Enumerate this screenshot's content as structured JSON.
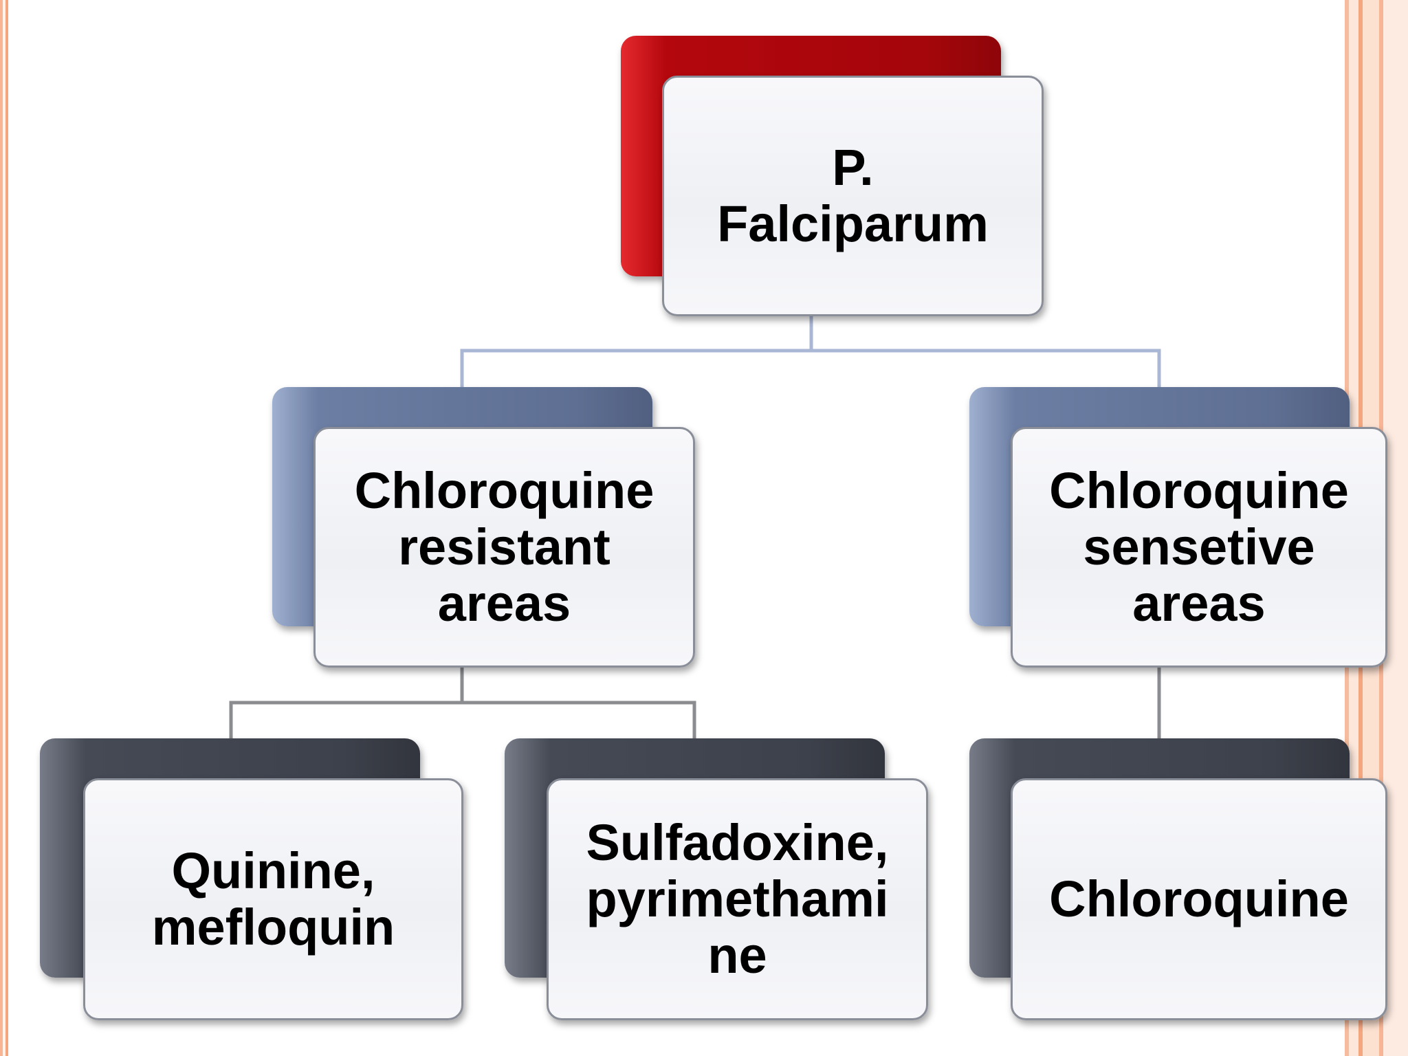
{
  "colors": {
    "root_back": "#b3070d",
    "level1_back": "#6c7ea3",
    "level2_back": "#464a55",
    "connector": "#a9b6d4",
    "connector_dark": "#8a8c90"
  },
  "diagram": {
    "root": {
      "label": "P.\nFalciparum"
    },
    "resistant": {
      "label": "Chloroquine\nresistant\nareas"
    },
    "sensitive": {
      "label": "Chloroquine\nsensetive\nareas"
    },
    "quinine": {
      "label": "Quinine,\nmefloquin"
    },
    "sulfadoxine": {
      "label": "Sulfadoxine,\npyrimethami\nne"
    },
    "chloroquine": {
      "label": "Chloroquine"
    }
  }
}
